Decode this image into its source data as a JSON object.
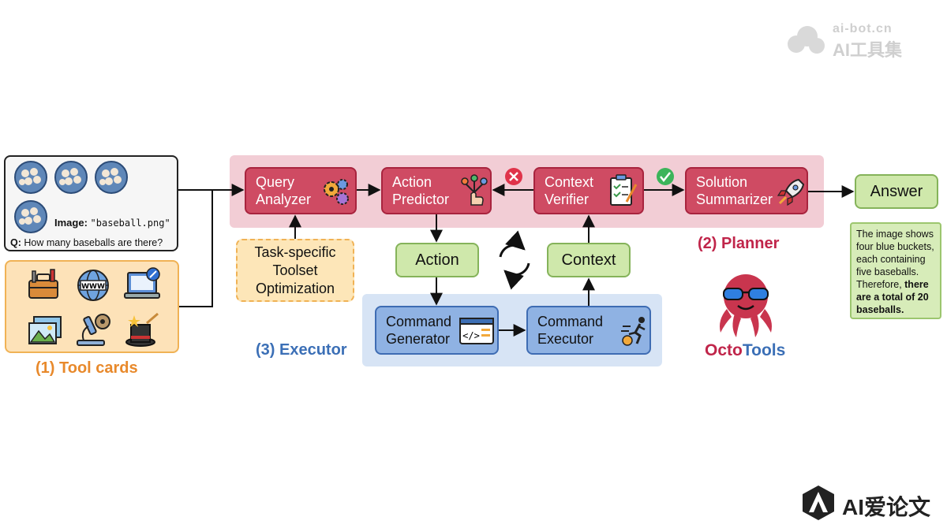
{
  "watermarks": {
    "top_right": {
      "line1": "ai-bot.cn",
      "line2": "AI工具集"
    },
    "bottom_right": "AI爱论文"
  },
  "query": {
    "image_label": "Image:",
    "image_name": "\"baseball.png\"",
    "question_label": "Q:",
    "question_text": "How many baseballs are there?"
  },
  "tool_cards": {
    "title": "(1) Tool cards"
  },
  "planner": {
    "title": "(2) Planner",
    "query_analyzer": [
      "Query",
      "Analyzer"
    ],
    "action_predictor": [
      "Action",
      "Predictor"
    ],
    "context_verifier": [
      "Context",
      "Verifier"
    ],
    "solution_summarizer": [
      "Solution",
      "Summarizer"
    ]
  },
  "executor": {
    "title": "(3) Executor",
    "command_generator": [
      "Command",
      "Generator"
    ],
    "command_executor": [
      "Command",
      "Executor"
    ]
  },
  "action_label": "Action",
  "context_label": "Context",
  "toolset_optimization": [
    "Task-specific",
    "Toolset",
    "Optimization"
  ],
  "answer": {
    "label": "Answer",
    "text_plain": "The image shows four blue buckets, each containing five baseballs. Therefore, ",
    "text_bold": "there are a total of 20 baseballs."
  },
  "brand": {
    "part1": "Octo",
    "part2": "Tools"
  },
  "colors": {
    "planner": "#cf4b63",
    "executor": "#8fb2e3",
    "green": "#cfe8ab",
    "orange": "#e8892b",
    "blue_title": "#3b6fb6",
    "planner_title": "#c0254a"
  }
}
